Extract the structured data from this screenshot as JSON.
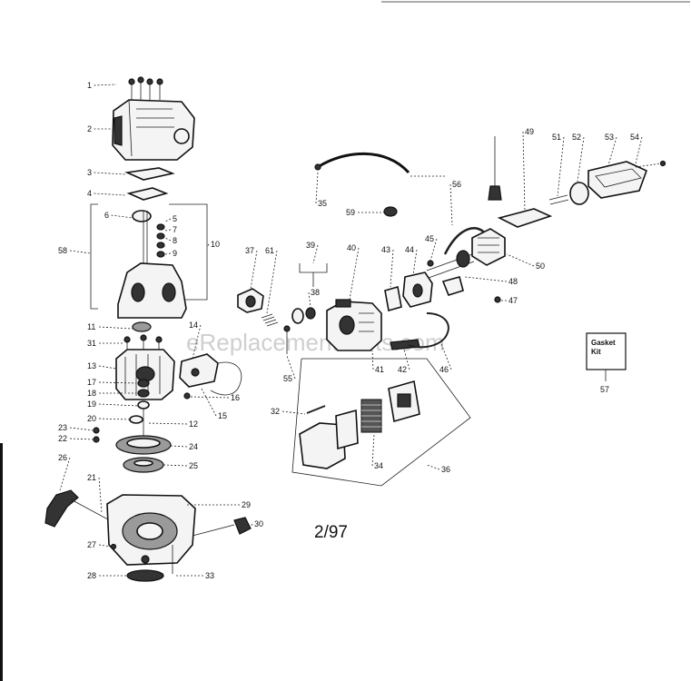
{
  "diagram": {
    "date_code": "2/97",
    "watermark": "eReplacementParts.com",
    "kit_label_line1": "Gasket",
    "kit_label_line2": "Kit",
    "kit_number": "57",
    "callouts": [
      "1",
      "2",
      "3",
      "4",
      "5",
      "6",
      "7",
      "8",
      "9",
      "10",
      "11",
      "12",
      "13",
      "14",
      "15",
      "16",
      "17",
      "18",
      "19",
      "20",
      "21",
      "22",
      "23",
      "24",
      "25",
      "26",
      "27",
      "28",
      "29",
      "30",
      "31",
      "32",
      "33",
      "34",
      "35",
      "36",
      "37",
      "38",
      "39",
      "40",
      "41",
      "42",
      "43",
      "44",
      "45",
      "46",
      "47",
      "48",
      "49",
      "50",
      "51",
      "52",
      "53",
      "54",
      "55",
      "56",
      "58",
      "59",
      "61"
    ]
  }
}
